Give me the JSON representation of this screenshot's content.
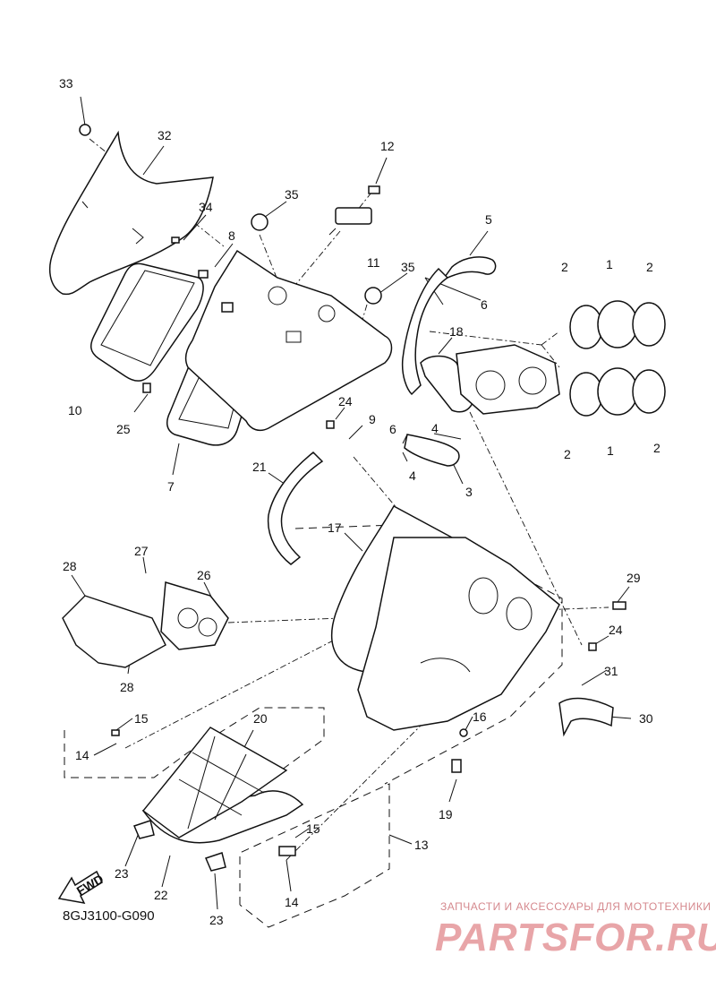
{
  "diagram_code": "8GJ3100-G090",
  "fwd_label": "FWD",
  "watermark": {
    "tagline": "ЗАПЧАСТИ И АКСЕССУАРЫ ДЛЯ МОТОТЕХНИКИ",
    "brand": "PARTSFOR.RU"
  },
  "callouts": {
    "c33": "33",
    "c32": "32",
    "c12": "12",
    "c35a": "35",
    "c34": "34",
    "c8": "8",
    "c11": "11",
    "c35b": "35",
    "c5": "5",
    "c6a": "6",
    "c2a": "2",
    "c1a": "1",
    "c2b": "2",
    "c18": "18",
    "c10": "10",
    "c25": "25",
    "c24a": "24",
    "c9": "9",
    "c4a": "4",
    "c6b": "6",
    "c4b": "4",
    "c3": "3",
    "c2c": "2",
    "c1b": "1",
    "c2d": "2",
    "c7": "7",
    "c21": "21",
    "c17": "17",
    "c27": "27",
    "c28a": "28",
    "c26": "26",
    "c29": "29",
    "c24b": "24",
    "c31": "31",
    "c30": "30",
    "c28b": "28",
    "c15a": "15",
    "c20": "20",
    "c16": "16",
    "c14a": "14",
    "c19": "19",
    "c13": "13",
    "c15b": "15",
    "c23a": "23",
    "c22": "22",
    "c14b": "14",
    "c23b": "23"
  }
}
